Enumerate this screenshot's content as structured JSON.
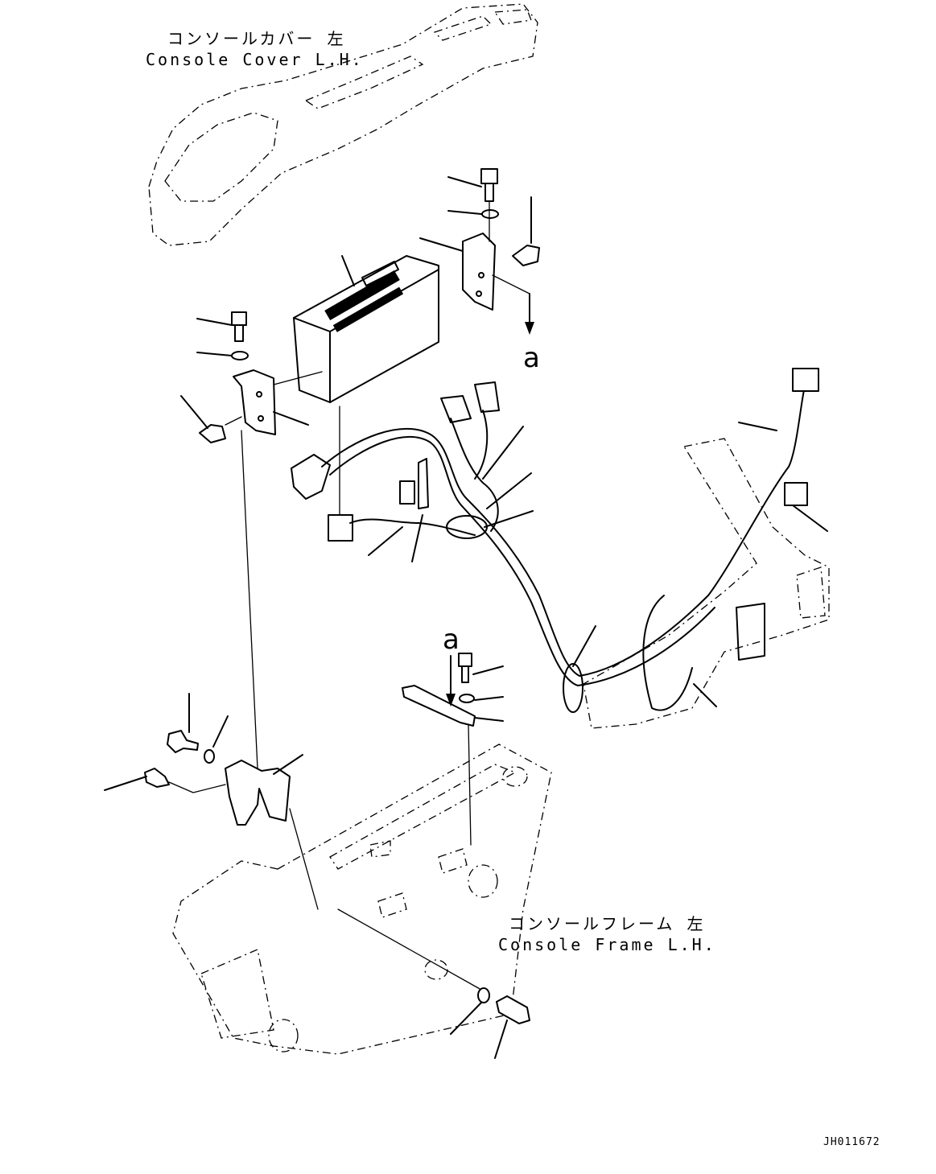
{
  "labels": {
    "console_cover_jp": "コンソールカバー 左",
    "console_cover_en": "Console Cover L.H.",
    "console_frame_jp": "コンソールフレーム 左",
    "console_frame_en": "Console Frame L.H.",
    "view_a_top": "a",
    "view_a_bottom": "a",
    "drawing_number": "JH011672"
  }
}
